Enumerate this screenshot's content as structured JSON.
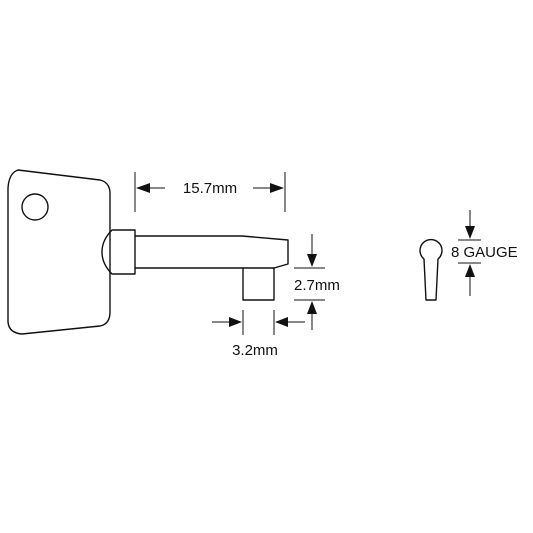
{
  "dimensions": {
    "shaft_length": "15.7mm",
    "bit_height": "2.7mm",
    "bit_width": "3.2mm",
    "gauge": "8 GAUGE"
  },
  "colors": {
    "line": "#111111",
    "background": "#ffffff"
  }
}
